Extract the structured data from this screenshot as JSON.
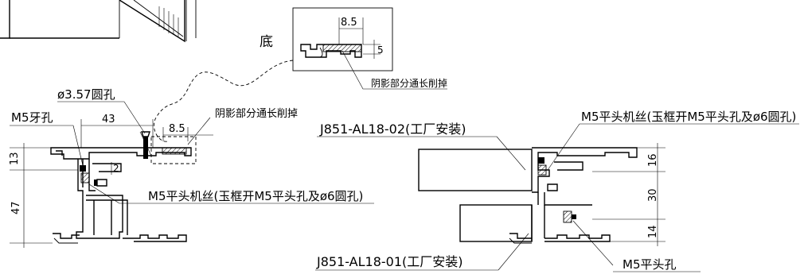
{
  "labels": {
    "bottom_section": "底",
    "hole_357": "ø3.57圆孔",
    "m5_thread_hole": "M5牙孔",
    "shaded_removed_top": "阴影部分通长削掉",
    "shaded_removed_mid": "阴影部分通长削掉",
    "m5_screw_left": "M5平头机丝(玉框开M5平头孔及ø6圆孔)",
    "m5_screw_right": "M5平头机丝(玉框开M5平头孔及ø6圆孔)",
    "part_02": "J851-AL18-02(工厂安装)",
    "part_01": "J851-AL18-01(工厂安装)",
    "m5_flat_hole": "M5平头孔"
  },
  "dimensions": {
    "detail_width": "8.5",
    "detail_height": "5",
    "mid_width": "8.5",
    "overall_43": "43",
    "small_2": "2",
    "left_13": "13",
    "left_47": "47",
    "right_16": "16",
    "right_30": "30",
    "right_14": "14"
  }
}
